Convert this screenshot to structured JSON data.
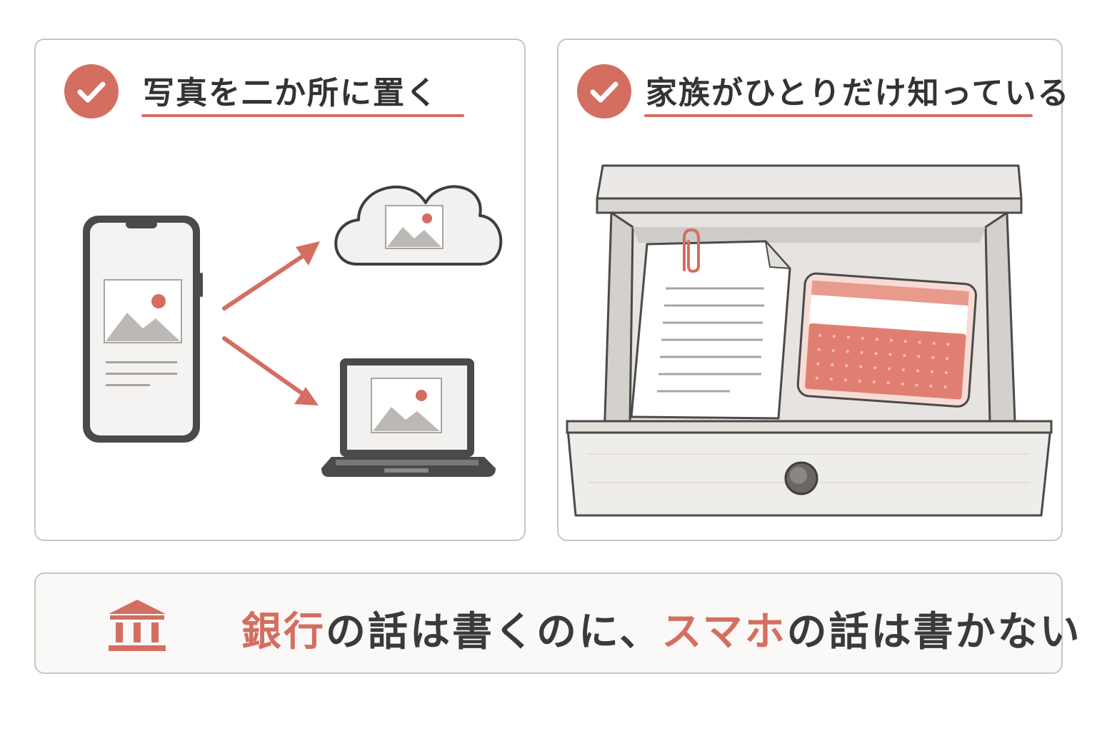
{
  "colors": {
    "accent": "#d46e60",
    "text": "#333333",
    "border": "#c9c5c0",
    "device_dark": "#4a4a4a"
  },
  "left_panel": {
    "title": "写真を二か所に置く",
    "icon": "check-icon",
    "illustrations": [
      "smartphone-icon",
      "cloud-icon",
      "laptop-icon",
      "arrow-icon",
      "image-icon"
    ]
  },
  "right_panel": {
    "title": "家族がひとりだけ知っている",
    "icon": "check-icon",
    "illustrations": [
      "drawer-icon",
      "document-icon",
      "paperclip-icon",
      "card-icon"
    ]
  },
  "banner": {
    "icon": "bank-icon",
    "parts": [
      "銀行",
      "の話は書くのに、",
      "スマホ",
      "の話は書かない"
    ]
  }
}
